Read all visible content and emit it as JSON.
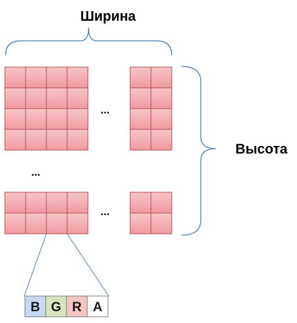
{
  "width_label": "Ширина",
  "height_label": "Высота",
  "ellipsis": "...",
  "channels": [
    {
      "label": "B",
      "color": "#c5d9f1"
    },
    {
      "label": "G",
      "color": "#d7e4bc"
    },
    {
      "label": "R",
      "color": "#f2c4c4"
    },
    {
      "label": "A",
      "color": "#ffffff"
    }
  ],
  "colors": {
    "pixel_fill": "#f2a9ad",
    "pixel_stroke": "#b84d55",
    "bracket": "#4f81bd"
  }
}
